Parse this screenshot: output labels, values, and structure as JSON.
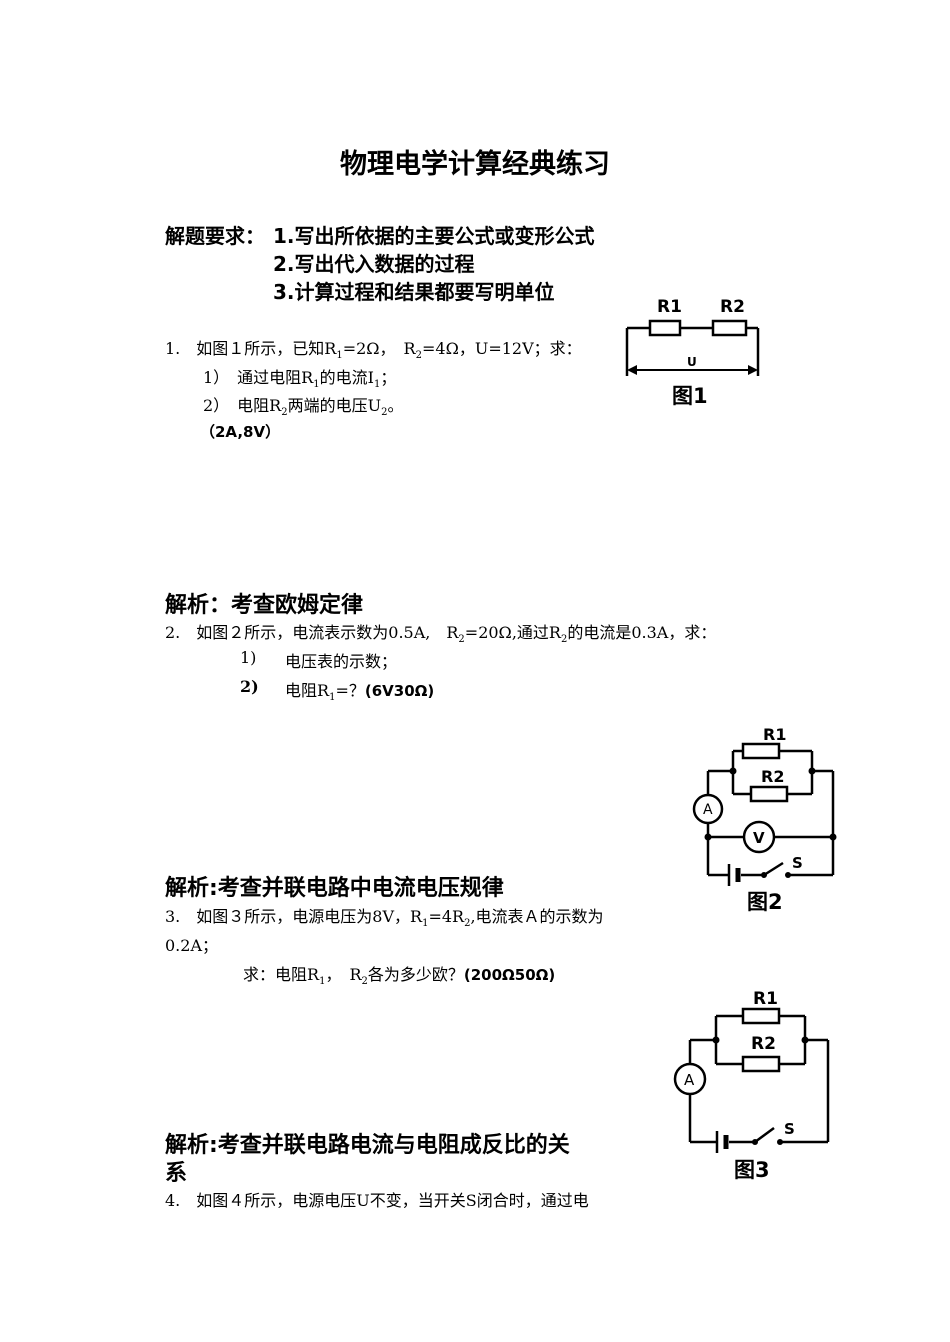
{
  "title": "物理电学计算经典练习",
  "requirements": {
    "label": "解题要求：",
    "items": [
      "1.写出所依据的主要公式或变形公式",
      "2.写出代入数据的过程",
      "3.计算过程和结果都要写明单位"
    ]
  },
  "q1": {
    "pre": "1.　如图１所示，已知R",
    "r1_sub": "1",
    "mid1": "=2Ω，　R",
    "r2_sub": "2",
    "post": "=4Ω，U=12V；求：",
    "sub1_pre": "1）　通过电阻R",
    "sub1_r": "1",
    "sub1_mid": "的电流I",
    "sub1_i": "1",
    "sub1_post": "；",
    "sub2_pre": "2）　电阻R",
    "sub2_r": "2",
    "sub2_mid": "两端的电压U",
    "sub2_u": "2",
    "sub2_post": "。",
    "answer": "（2A,8V）",
    "analysis": "解析：考查欧姆定律"
  },
  "q2": {
    "pre": "2.　如图２所示，电流表示数为0.5A,　R",
    "r2_sub": "2",
    "mid": "=20Ω,通过R",
    "r2b_sub": "2",
    "post": "的电流是0.3A，求：",
    "sub1_num": "1)",
    "sub1_text": "电压表的示数；",
    "sub2_num": "2)",
    "sub2_pre": "电阻R",
    "sub2_r": "1",
    "sub2_post": "=？",
    "answer": "(6V30Ω)",
    "analysis": "解析:考查并联电路中电流电压规律"
  },
  "q3": {
    "line1_pre": "3.　如图３所示，电源电压为8V，R",
    "r1_sub": "1",
    "line1_mid": "=4R",
    "r2_sub": "2",
    "line1_post": ",电流表Ａ的示数为",
    "line2": "0.2A；",
    "ask_pre": "求：电阻R",
    "ask_r1": "1",
    "ask_mid": "，　R",
    "ask_r2": "2",
    "ask_post": "各为多少欧？",
    "answer": "(200Ω50Ω)",
    "analysis_line1": "解析:考查并联电路电流与电阻成反比的关",
    "analysis_line2": "系"
  },
  "q4": {
    "line1": "4.　如图４所示，电源电压U不变，当开关S闭合时，通过电"
  },
  "fig1": {
    "r1": "R1",
    "r2": "R2",
    "u": "U",
    "caption": "图1"
  },
  "fig2": {
    "r1": "R1",
    "r2": "R2",
    "ammeter": "A",
    "voltmeter": "V",
    "switch": "S",
    "caption": "图2"
  },
  "fig3": {
    "r1": "R1",
    "r2": "R2",
    "ammeter": "A",
    "switch": "S",
    "caption": "图3"
  }
}
